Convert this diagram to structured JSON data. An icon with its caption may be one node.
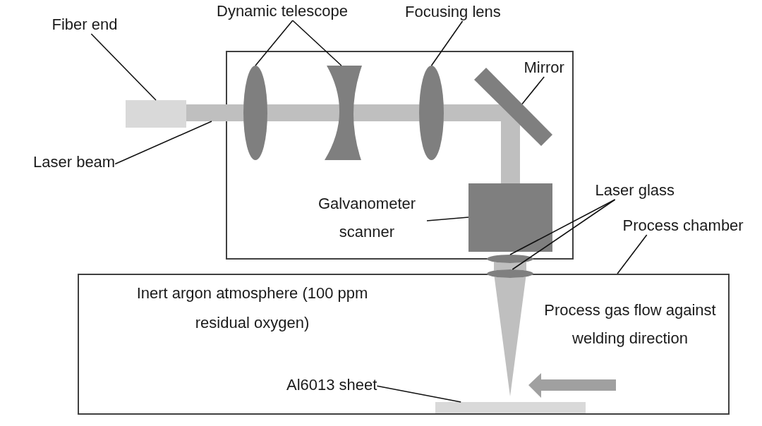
{
  "diagram": {
    "nodes": [
      {
        "text": [
          "Fiber end"
        ]
      },
      {
        "text": [
          "Dynamic telescope"
        ]
      },
      {
        "text": [
          "Focusing lens"
        ]
      },
      {
        "text": [],
        "shape": "box"
      },
      {
        "text": [],
        "shape": "ellipse",
        "in": 3
      },
      {
        "text": [],
        "shape": "hourglass",
        "in": 3
      },
      {
        "text": [],
        "shape": "ellipse",
        "in": 3
      },
      {
        "text": [
          "Mirror"
        ],
        "in": 3
      },
      {
        "text": [],
        "shape": "bar",
        "in": 3
      },
      {
        "text": [],
        "shape": "box"
      },
      {
        "text": [],
        "shape": "bar"
      },
      {
        "text": [
          "Laser beam"
        ]
      },
      {
        "text": [
          "Galvanometer scanner"
        ],
        "in": 3
      },
      {
        "text": [],
        "shape": "box",
        "in": 3
      },
      {
        "text": [
          "Laser glass"
        ]
      },
      {
        "text": [
          "Process chamber"
        ]
      },
      {
        "text": [],
        "shape": "ellipse"
      },
      {
        "text": [],
        "shape": "ellipse"
      },
      {
        "text": [
          "Inert argon atmosphere (100 ppm residual oxygen)",
          "Process gas flow against welding direction"
        ]
      },
      {
        "text": [
          "Al6013 sheet"
        ],
        "in": 18
      },
      {
        "text": [],
        "shape": "bar",
        "in": 18
      },
      {
        "text": [],
        "shape": "triangle"
      }
    ],
    "edges": [
      {
        "from": 0,
        "to": 9,
        "arrow": "none"
      },
      {
        "from": 1,
        "to": 4,
        "arrow": "none"
      },
      {
        "from": 1,
        "to": 5,
        "arrow": "none"
      },
      {
        "from": 2,
        "to": 6,
        "arrow": "none"
      },
      {
        "from": 7,
        "to": 8,
        "arrow": "none"
      },
      {
        "from": 11,
        "to": 10,
        "arrow": "none"
      },
      {
        "from": 12,
        "to": 13,
        "arrow": "none"
      },
      {
        "from": 14,
        "to": 16,
        "arrow": "none"
      },
      {
        "from": 14,
        "to": 17,
        "arrow": "none"
      },
      {
        "from": 15,
        "to": 18,
        "arrow": "none"
      },
      {
        "from": 19,
        "to": 20,
        "arrow": "none"
      }
    ]
  }
}
